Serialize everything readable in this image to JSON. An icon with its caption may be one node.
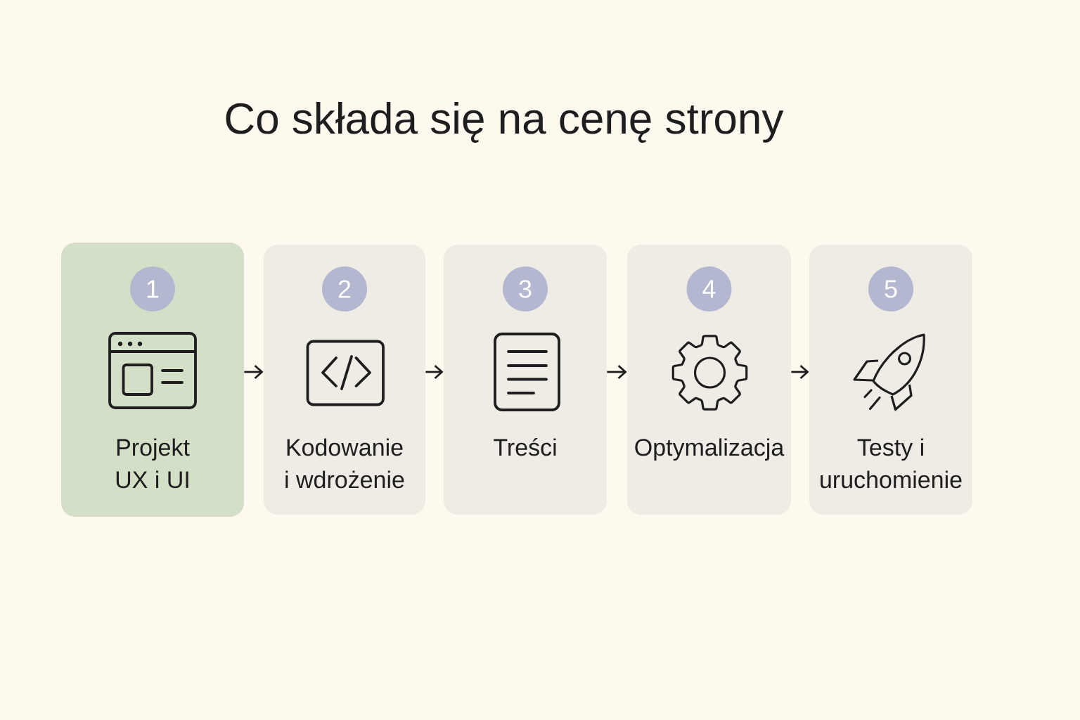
{
  "diagram": {
    "title": "Co składa się na cenę strony",
    "nodes": [
      {
        "text": [
          "Projekt UX i UI"
        ]
      },
      {
        "text": [
          "1"
        ],
        "in": 0
      },
      {
        "text": [
          "Kodowanie i wdrożenie"
        ]
      },
      {
        "text": [
          "2"
        ],
        "in": 2
      },
      {
        "text": [
          "Treści"
        ]
      },
      {
        "text": [
          "3"
        ],
        "in": 4
      },
      {
        "text": [
          "Optymalizacja"
        ]
      },
      {
        "text": [
          "4"
        ],
        "in": 6
      },
      {
        "text": [
          "Testy i uruchomienie"
        ]
      },
      {
        "text": [
          "5"
        ],
        "in": 8
      }
    ],
    "edges": [
      {
        "from": 0,
        "to": 2,
        "arrow": "to"
      },
      {
        "from": 2,
        "to": 4,
        "arrow": "to"
      },
      {
        "from": 4,
        "to": 6,
        "arrow": "to"
      },
      {
        "from": 6,
        "to": 8,
        "arrow": "to"
      }
    ]
  }
}
